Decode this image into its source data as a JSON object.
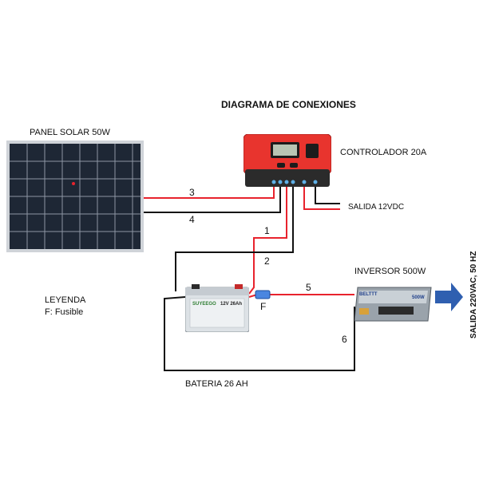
{
  "title": "DIAGRAMA DE CONEXIONES",
  "panel": {
    "label": "PANEL SOLAR 50W"
  },
  "controller": {
    "label": "CONTROLADOR 20A"
  },
  "output_dc": {
    "label": "SALIDA  12VDC"
  },
  "inverter": {
    "label": "INVERSOR 500W",
    "brand": "BELTTT",
    "rating": "500W"
  },
  "battery": {
    "label": "BATERIA 26 AH",
    "brand": "SUYEEGO",
    "rating": "12V 26Ah"
  },
  "output_ac": {
    "label": "SALIDA 220VAC, 50 HZ"
  },
  "legend": {
    "title": "LEYENDA",
    "item": "F: Fusible"
  },
  "fuse": {
    "label": "F"
  },
  "wires": {
    "w1": "1",
    "w2": "2",
    "w3": "3",
    "w4": "4",
    "w5": "5",
    "w6": "6"
  },
  "colors": {
    "positive": "#e8232d",
    "negative": "#111111",
    "controller_body": "#e8342e",
    "arrow": "#2f5fb0"
  }
}
